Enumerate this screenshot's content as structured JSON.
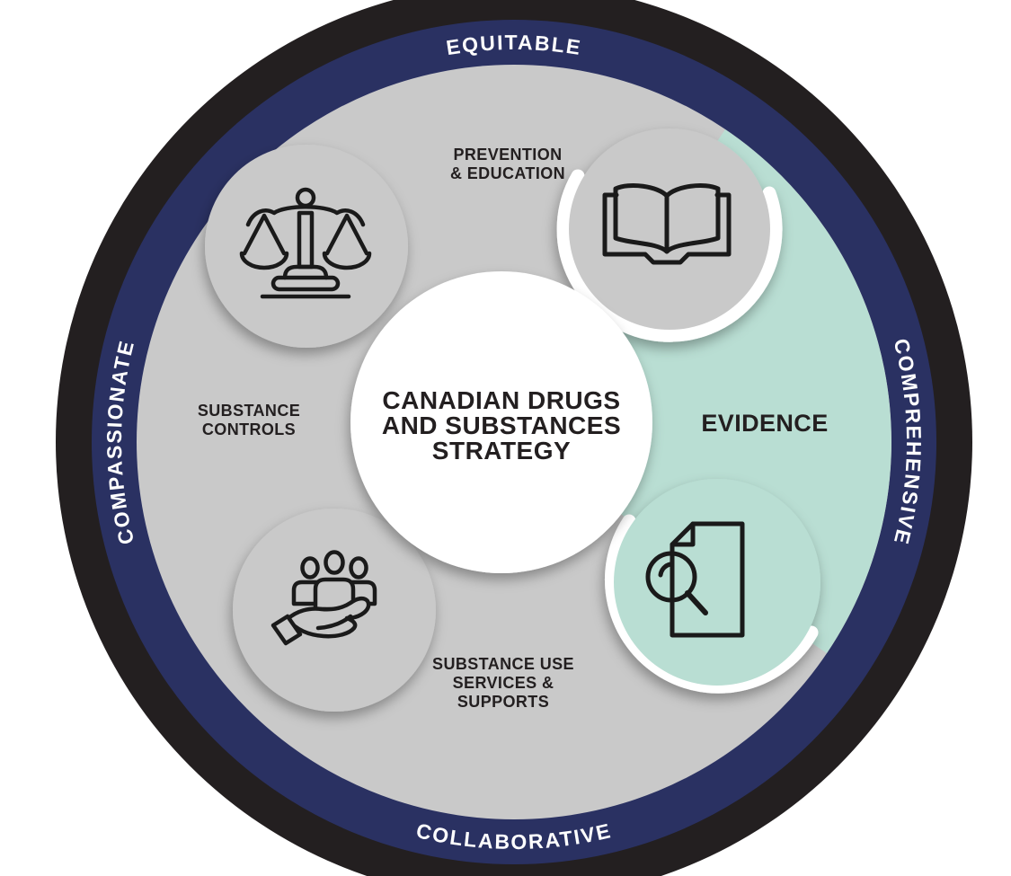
{
  "diagram": {
    "center": {
      "lines": [
        "CANADIAN DRUGS",
        "AND SUBSTANCES",
        "STRATEGY"
      ]
    },
    "ring_values": {
      "top": "EQUITABLE",
      "right": "COMPREHENSIVE",
      "bottom": "COLLABORATIVE",
      "left": "COMPASSIONATE"
    },
    "sections": {
      "prevention": {
        "lines": [
          "PREVENTION",
          "& EDUCATION"
        ],
        "icon": "open-book-icon"
      },
      "controls": {
        "lines": [
          "SUBSTANCE",
          "CONTROLS"
        ],
        "icon": "balance-scales-icon"
      },
      "services": {
        "lines": [
          "SUBSTANCE USE",
          "SERVICES &",
          "SUPPORTS"
        ],
        "icon": "hand-supporting-people-icon"
      },
      "evidence": {
        "lines": [
          "EVIDENCE"
        ],
        "icon": "document-magnifier-icon",
        "highlighted": true
      }
    },
    "colors": {
      "outer_ring": "#231f20",
      "values_ring": "#2a3162",
      "disc": "#c9c9c9",
      "evidence_highlight": "#b9ded3",
      "center_bg": "#ffffff",
      "label_text": "#231f20",
      "ring_text": "#ffffff",
      "icon_stroke": "#1a1a1a"
    }
  }
}
